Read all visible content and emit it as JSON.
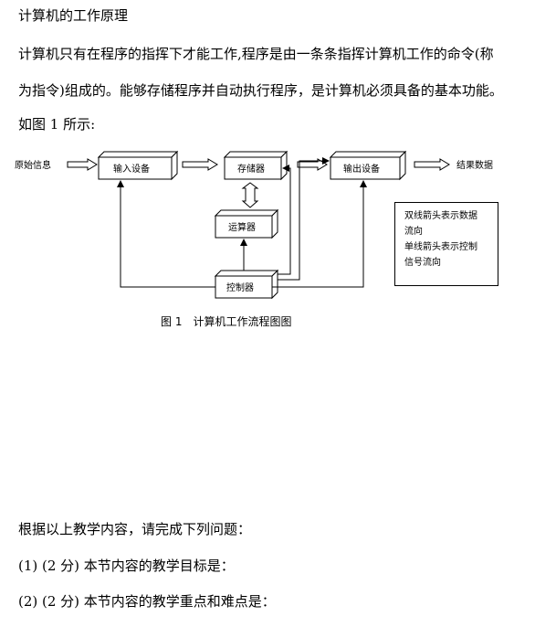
{
  "document": {
    "title": "计算机的工作原理",
    "para_line1": "计算机只有在程序的指挥下才能工作,程序是由一条条指挥计算机工作的命令(称",
    "para_line2": "为指令)组成的。能够存储程序并自动执行程序，是计算机必须具备的基本功能。",
    "para_line3": "如图 1 所示:",
    "questions_intro": "根据以上教学内容，请完成下列问题：",
    "question1": "(1) (2 分) 本节内容的教学目标是：",
    "question2": "(2) (2 分) 本节内容的教学重点和难点是："
  },
  "diagram": {
    "source_label": "原始信息",
    "input_device": "输入设备",
    "storage": "存储器",
    "output_device": "输出设备",
    "result_label": "结果数据",
    "alu": "运算器",
    "controller": "控制器",
    "legend_line1": "双线箭头表示数据",
    "legend_line2": "流向",
    "legend_line3": "单线箭头表示控制",
    "legend_line4": "信号流向",
    "caption_number": "图 1",
    "caption_text": "计算机工作流程图图"
  }
}
